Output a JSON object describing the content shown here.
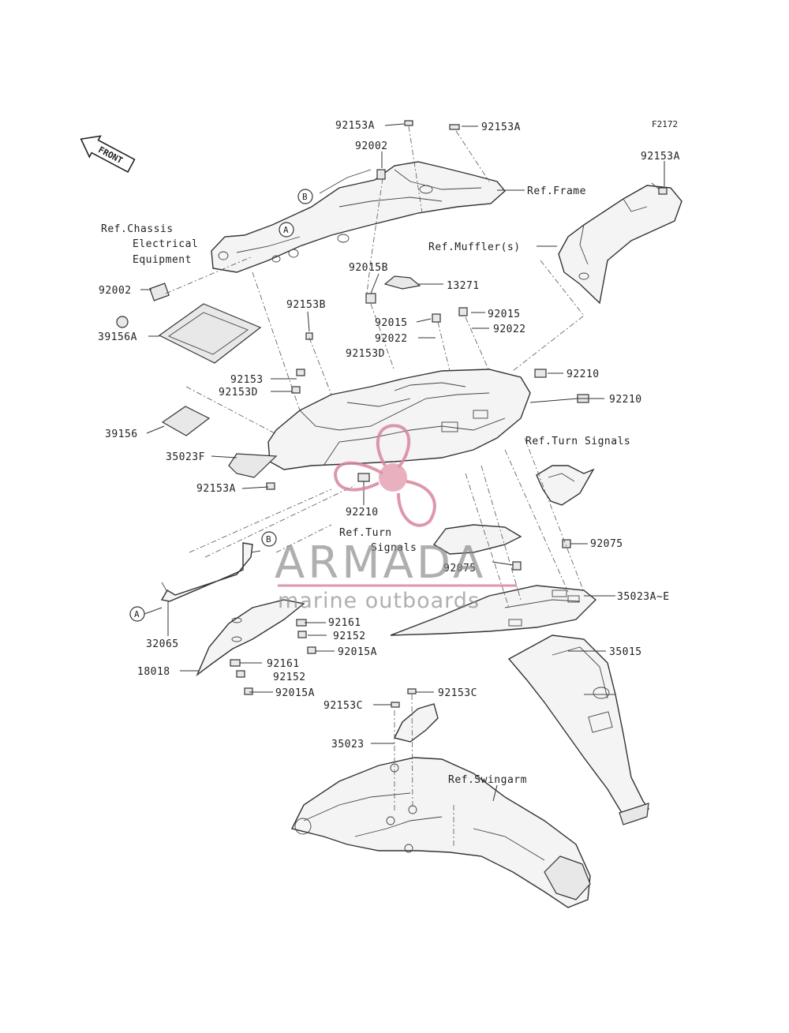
{
  "diagram_code": "F2172",
  "front_label": "FRONT",
  "refs": {
    "frame": "Ref.Frame",
    "chassis_1": "Ref.Chassis",
    "chassis_2": "Electrical",
    "chassis_3": "Equipment",
    "muffler": "Ref.Muffler(s)",
    "turn_signals_right": "Ref.Turn Signals",
    "turn_signals_mid_1": "Ref.Turn",
    "turn_signals_mid_2": "Signals",
    "swingarm": "Ref.Swingarm"
  },
  "markers": {
    "a": "A",
    "b": "B"
  },
  "parts": {
    "p92153A_top_left": "92153A",
    "p92153A_top_mid": "92153A",
    "p92153A_top_right": "92153A",
    "p92002_top": "92002",
    "p92002_left": "92002",
    "p92015B": "92015B",
    "p13271": "13271",
    "p92153B": "92153B",
    "p92015_left": "92015",
    "p92015_right": "92015",
    "p92022_left": "92022",
    "p92022_right": "92022",
    "p92153D_upper": "92153D",
    "p39156A": "39156A",
    "p92153": "92153",
    "p92153D_lower": "92153D",
    "p92210_upper": "92210",
    "p92210_right": "92210",
    "p39156": "39156",
    "p35023F": "35023F",
    "p92153A_left": "92153A",
    "p92210_bottom": "92210",
    "p92075_right": "92075",
    "p92075_mid": "92075",
    "p35023A_E": "35023A~E",
    "p32065": "32065",
    "p92161_upper": "92161",
    "p92152_upper": "92152",
    "p92015A_upper": "92015A",
    "p92161_lower": "92161",
    "p92152_lower": "92152",
    "p18018": "18018",
    "p92015A_lower": "92015A",
    "p35015": "35015",
    "p92153C_left": "92153C",
    "p92153C_right": "92153C",
    "p35023": "35023"
  },
  "watermark": {
    "name": "ARMADA",
    "tagline": "marine outboards",
    "color": "#d9869c"
  }
}
